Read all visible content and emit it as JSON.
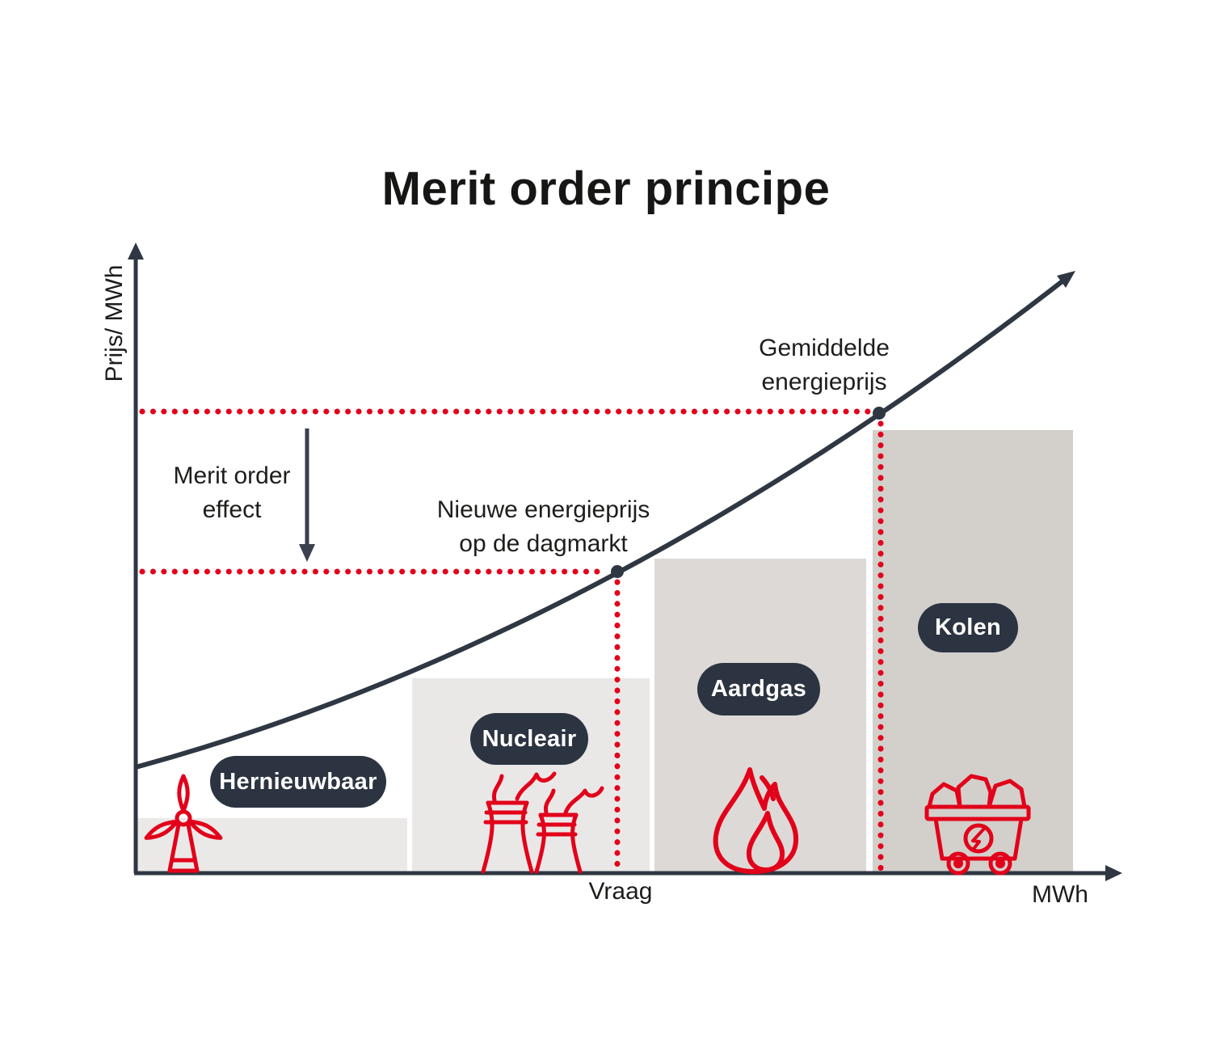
{
  "title": "Merit order principe",
  "axis": {
    "y_label": "Prijs/ MWh",
    "x_label": "MWh",
    "demand_label": "Vraag"
  },
  "annotations": {
    "average_price": {
      "line1": "Gemiddelde",
      "line2": "energieprijs"
    },
    "new_price": {
      "line1": "Nieuwe energieprijs",
      "line2": "op de dagmarkt"
    },
    "merit_effect": {
      "line1": "Merit order",
      "line2": "effect"
    }
  },
  "sources": [
    {
      "label": "Hernieuwbaar",
      "icon": "wind-turbine-icon"
    },
    {
      "label": "Nucleair",
      "icon": "nuclear-cooling-towers-icon"
    },
    {
      "label": "Aardgas",
      "icon": "flame-icon"
    },
    {
      "label": "Kolen",
      "icon": "coal-cart-icon"
    }
  ],
  "colors": {
    "accent_red": "#e2001a",
    "ink_dark": "#2b3440",
    "text": "#1d1d1b",
    "bar_renewable": "#eae9e8",
    "bar_nuclear": "#e9e8e7",
    "bar_gas": "#dcd9d6",
    "bar_coal": "#d3cfcb",
    "pill_bg": "#2b3440",
    "pill_text": "#ffffff"
  }
}
